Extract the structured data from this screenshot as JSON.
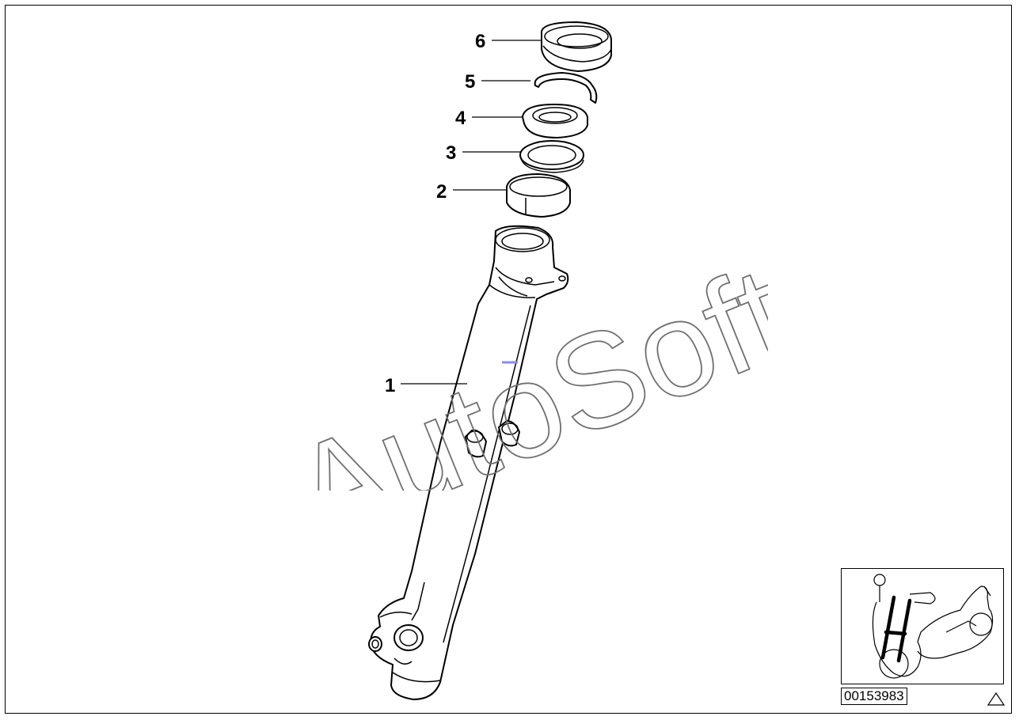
{
  "callouts": [
    {
      "number": "1"
    },
    {
      "number": "2"
    },
    {
      "number": "3"
    },
    {
      "number": "4"
    },
    {
      "number": "5"
    },
    {
      "number": "6"
    }
  ],
  "watermark": {
    "text": "AutoSoft"
  },
  "diagram_id": "00153983",
  "icons": {
    "warning": "warning-triangle-icon"
  }
}
